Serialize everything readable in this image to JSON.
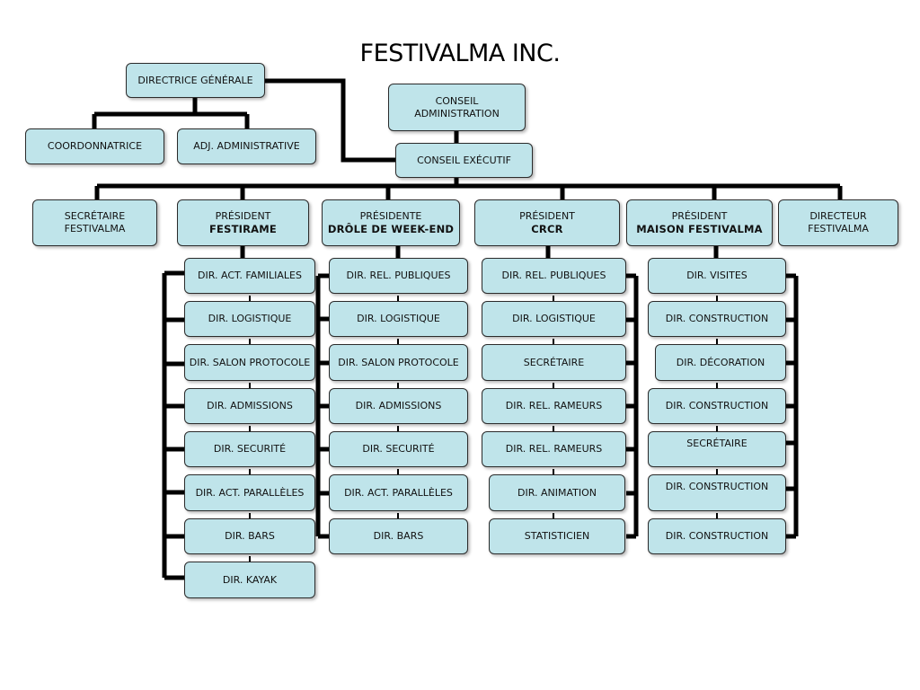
{
  "title": "FESTIVALMA INC.",
  "top": {
    "directrice": "DIRECTRICE GÉNÉRALE",
    "coordonnatrice": "COORDONNATRICE",
    "adjointe": "ADJ. ADMINISTRATIVE",
    "conseil_admin_line1": "CONSEIL",
    "conseil_admin_line2": "ADMINISTRATION",
    "conseil_executif": "CONSEIL EXÉCUTIF"
  },
  "heads": {
    "secretaire_l1": "SECRÉTAIRE",
    "secretaire_l2": "FESTIVALMA",
    "festirame_l1": "PRÉSIDENT",
    "festirame_l2": "FESTIRAME",
    "drole_l1": "PRÉSIDENTE",
    "drole_l2": "DRÔLE DE WEEK-END",
    "crcr_l1": "PRÉSIDENT",
    "crcr_l2": "CRCR",
    "maison_l1": "PRÉSIDENT",
    "maison_l2": "MAISON FESTIVALMA",
    "directeur_l1": "DIRECTEUR",
    "directeur_l2": "FESTIVALMA"
  },
  "columns": {
    "festirame": [
      "DIR. ACT. FAMILIALES",
      "DIR. LOGISTIQUE",
      "DIR. SALON PROTOCOLE",
      "DIR. ADMISSIONS",
      "DIR. SECURITÉ",
      "DIR. ACT. PARALLÈLES",
      "DIR. BARS",
      "DIR. KAYAK"
    ],
    "drole": [
      "DIR. REL.  PUBLIQUES",
      "DIR. LOGISTIQUE",
      "DIR. SALON PROTOCOLE",
      "DIR. ADMISSIONS",
      "DIR. SECURITÉ",
      "DIR. ACT. PARALLÈLES",
      "DIR. BARS"
    ],
    "crcr": [
      "DIR. REL.  PUBLIQUES",
      "DIR. LOGISTIQUE",
      "SECRÉTAIRE",
      "DIR. REL. RAMEURS",
      "DIR. REL. RAMEURS",
      "DIR. ANIMATION",
      "STATISTICIEN"
    ],
    "maison": [
      "DIR. VISITES",
      "DIR. CONSTRUCTION",
      "DIR. DÉCORATION",
      "DIR. CONSTRUCTION",
      "SECRÉTAIRE",
      "DIR. CONSTRUCTION",
      "DIR. CONSTRUCTION"
    ]
  },
  "colors": {
    "box_fill": "#bfe4ea",
    "box_border": "#2b2b2b",
    "connector": "#000000"
  }
}
